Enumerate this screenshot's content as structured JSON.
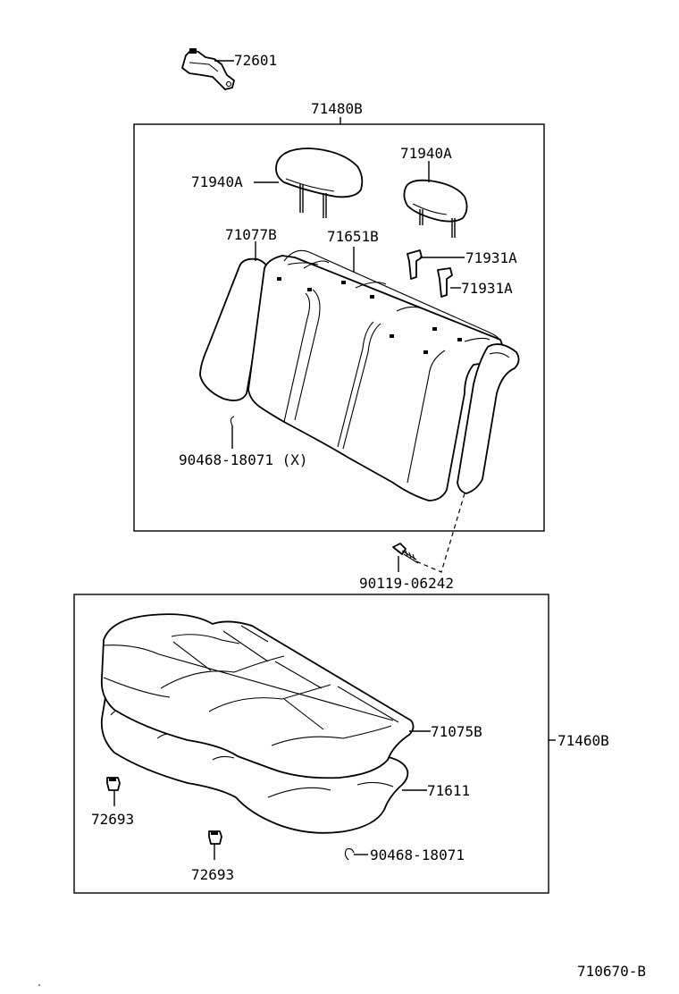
{
  "labels": {
    "p72601": "72601",
    "p71480B": "71480B",
    "p71940A_left": "71940A",
    "p71940A_right": "71940A",
    "p71077B": "71077B",
    "p71651B": "71651B",
    "p71931A_top": "71931A",
    "p71931A_bottom": "71931A",
    "p90468_18071_x": "90468-18071 (X)",
    "p90119_06242": "90119-06242",
    "p71075B": "71075B",
    "p71460B": "71460B",
    "p71611": "71611",
    "p72693_left": "72693",
    "p72693_bottom": "72693",
    "p90468_18071": "90468-18071",
    "diagram_code": "710670-B"
  }
}
